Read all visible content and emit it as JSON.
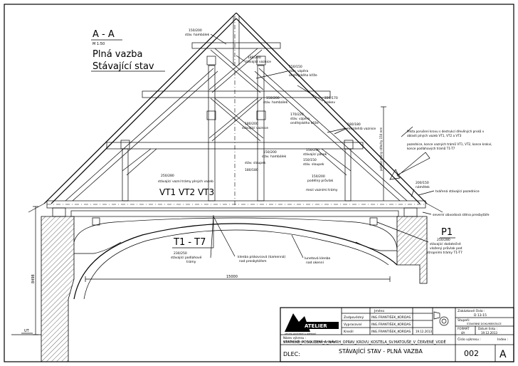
{
  "drawing": {
    "section_mark": "A - A",
    "scale": "M 1:50",
    "title_line1": "Plná vazba",
    "title_line2": "Stávající stav"
  },
  "labels": {
    "vt": "VT1 VT2 VT3",
    "t17": "T1 - T7",
    "p1": "P1",
    "span": "15000",
    "height": "8498",
    "ut": "UT",
    "height_top": "pohled roviny střechy 150 mm",
    "a_150_200_top": "150/200",
    "a_stav_hambalek_top": "stáv. hambálek",
    "a_180_200": "180/200",
    "a_stav_vaznice": "stávající vaznice",
    "a_150_150": "150/150",
    "a_stav_vzpera": "stáv. vzpěra",
    "a_ondrejsky": "ondřejského kříže",
    "a_220_170": "220/170",
    "a_krokev": "krokev",
    "a_150_200_mid": "150/200",
    "a_stav_hambalek_mid": "stáv. hambálek",
    "a_170_220": "170/220",
    "a_stav_vzpera2": "stáv. vzpěra",
    "a_ondrejsky2": "ondřejského kříže",
    "a_180_180_r": "180/180",
    "a_mezilehla": "mezilehlá vaznice",
    "a_180_200_l": "180/200",
    "a_stav_vaznice_l": "stávající vaznice",
    "a_150_200_l2": "150/200",
    "a_stav_sloupek": "stáv. sloupek",
    "a_stav_hambalek_l2": "stáv. hambálek",
    "a_150_250": "150/250",
    "a_stav_pasek": "stávající pásek",
    "a_150_150b": "150/150",
    "a_stav_sloupek2": "stáv. sloupek",
    "a_180_180_b": "180/180",
    "a_150_200_b": "150/200",
    "a_podelny": "podélný průvlak",
    "a_mezi_vaz": "mezi vazními trámy",
    "a_250_280": "250/280",
    "a_vazni_tramy": "stávající vazní trámy plných vazeb",
    "a_200_150": "200/150",
    "a_nametek": "námětek",
    "a_pozednice": "tvářená stávající pozednice",
    "a_obvodova": "severní obvodová stěna presbytáře",
    "a_250_280_r": "250/280",
    "a_stav_dodatecne": "stávající dodatečně",
    "a_vlozeny": "vložený průvlak pod",
    "a_stropni": "stropními trámy T1-T7",
    "a_230_250": "230/250",
    "a_stav_podlahove": "stávající podlahové",
    "a_tramy": "trámy",
    "a_klenba1": "klenba pískovcová (kamenná)",
    "a_klenba1b": "nad presbytářem",
    "a_lunetova": "lunetová klenba",
    "a_lunetova_b": "nad okenní",
    "a_note1": "Místa porušení krovu s destrukcí dřevěných prvků v",
    "a_note2": "oblasti plných vazeb VT1, VT2 a VT3",
    "a_note3": "pozednice, konce vazných trámů VT1, VT2, konce krokví,",
    "a_note4": "konce podlahových trámů T1-T7"
  },
  "title_block": {
    "company": "ATELIER",
    "company_sub": "ATELIER ARCHITEKTŮ A INŽENÝRŮ",
    "web": "www.atemko.cz • Ing. František Kordas",
    "row_labels": [
      "Zodpovědný",
      "Vypracoval",
      "Kreslil"
    ],
    "col_header": "Jméno",
    "row_names": [
      "ING.FRANTIŠEK_KORDAS",
      "ING.FRANTIŠEK_KORDAS",
      "ING.FRANTIŠEK_KORDAS"
    ],
    "date": "19.12.2013",
    "zak_cislo_label": "Zakázkové číslo :",
    "zak_cislo": "D  13-15",
    "stupen_label": "Stupeň:",
    "stupen": "STAVEBNÍ DOKUMENTACE",
    "format_label": "FORMÁT",
    "format": "4A",
    "datum_label": "Datum tisku :",
    "datum": "19.12.2013",
    "nazev_label": "Název výkresu :",
    "nazev": "STATICKÉ_POSOUZENÍ_A_NÁVRH_OPRAV_KROVU_KOSTELA_SV.MATOUŠE_V_ČERVENÉ_VODĚ",
    "cislo_label": "Číslo výkresu :",
    "index_label": "Index :",
    "obsah_label": "DLEC:",
    "obsah": "STÁVAJÍCÍ  STAV  -  PLNÁ  VAZBA",
    "cislo": "002",
    "index": "A"
  }
}
